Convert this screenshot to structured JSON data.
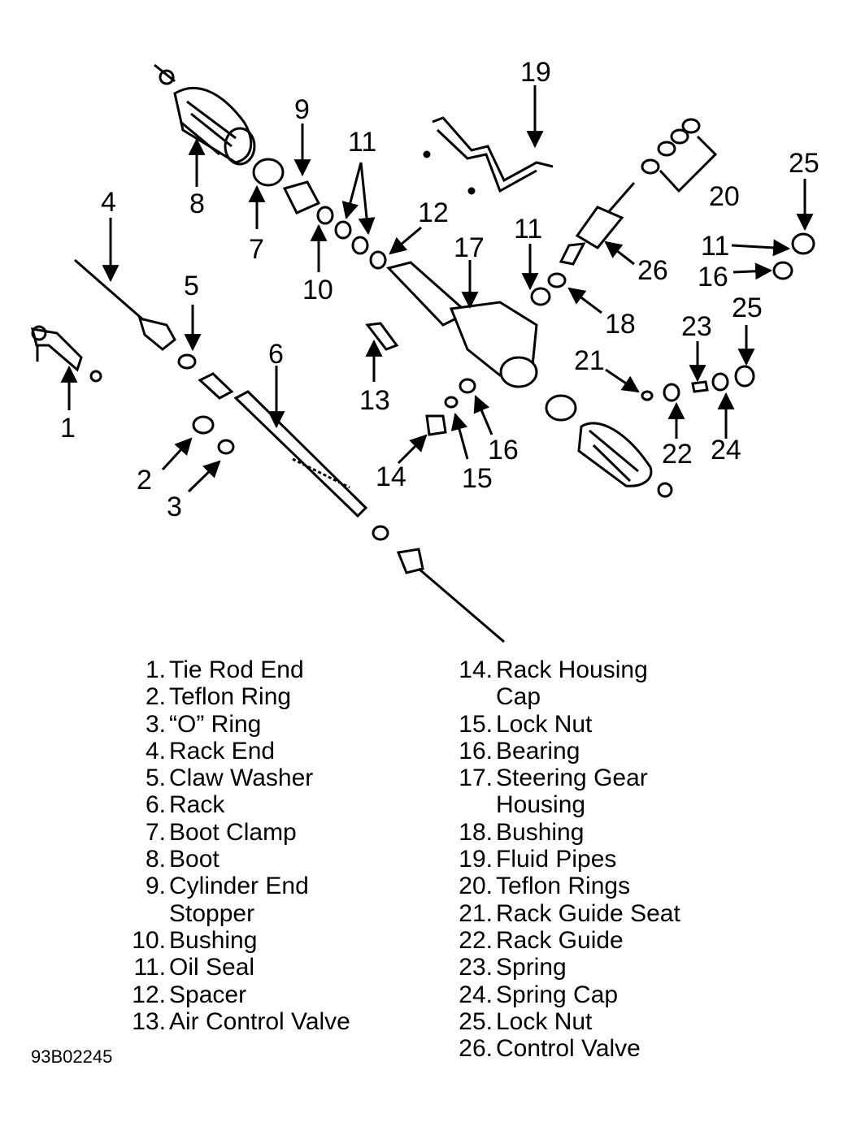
{
  "callouts": [
    "1",
    "2",
    "3",
    "4",
    "5",
    "6",
    "7",
    "8",
    "9",
    "10",
    "11",
    "11",
    "11",
    "11",
    "12",
    "13",
    "14",
    "15",
    "16",
    "16",
    "17",
    "18",
    "19",
    "20",
    "21",
    "22",
    "23",
    "24",
    "25",
    "25",
    "26"
  ],
  "legend_left": [
    {
      "num": "1.",
      "text": "Tie Rod End"
    },
    {
      "num": "2.",
      "text": "Teflon Ring"
    },
    {
      "num": "3.",
      "text": "“O” Ring"
    },
    {
      "num": "4.",
      "text": "Rack End"
    },
    {
      "num": "5.",
      "text": "Claw Washer"
    },
    {
      "num": "6.",
      "text": "Rack"
    },
    {
      "num": "7.",
      "text": "Boot Clamp"
    },
    {
      "num": "8.",
      "text": "Boot"
    },
    {
      "num": "9.",
      "text": "Cylinder End\nStopper"
    },
    {
      "num": "10.",
      "text": "Bushing"
    },
    {
      "num": "11.",
      "text": "Oil Seal"
    },
    {
      "num": "12.",
      "text": "Spacer"
    },
    {
      "num": "13.",
      "text": "Air Control Valve"
    }
  ],
  "legend_right": [
    {
      "num": "14.",
      "text": "Rack Housing\nCap"
    },
    {
      "num": "15.",
      "text": "Lock Nut"
    },
    {
      "num": "16.",
      "text": "Bearing"
    },
    {
      "num": "17.",
      "text": "Steering Gear\nHousing"
    },
    {
      "num": "18.",
      "text": "Bushing"
    },
    {
      "num": "19.",
      "text": "Fluid Pipes"
    },
    {
      "num": "20.",
      "text": "Teflon Rings"
    },
    {
      "num": "21.",
      "text": "Rack Guide Seat"
    },
    {
      "num": "22.",
      "text": "Rack Guide"
    },
    {
      "num": "23.",
      "text": "Spring"
    },
    {
      "num": "24.",
      "text": "Spring Cap"
    },
    {
      "num": "25.",
      "text": "Lock Nut"
    },
    {
      "num": "26.",
      "text": "Control Valve"
    }
  ],
  "figure_id": "93B02245"
}
